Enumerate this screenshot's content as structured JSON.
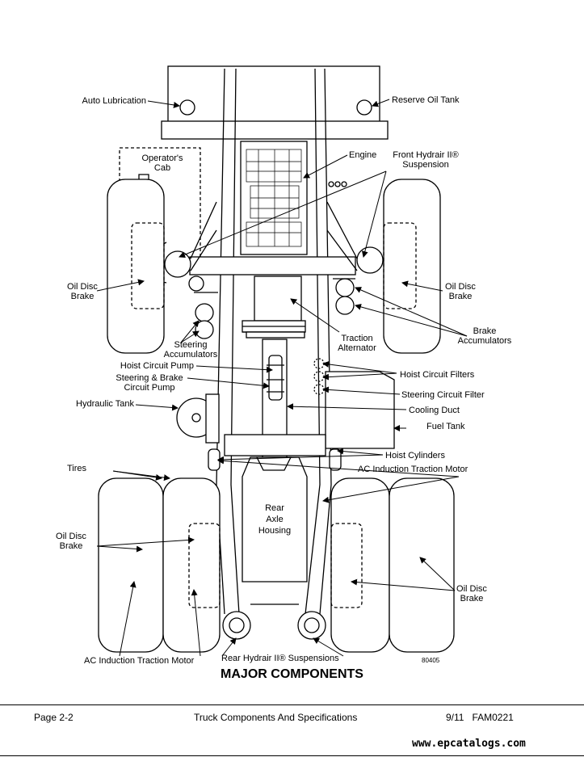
{
  "labels": {
    "auto_lubrication": "Auto Lubrication",
    "reserve_oil_tank": "Reserve Oil Tank",
    "operators_cab": "Operator's\nCab",
    "engine": "Engine",
    "front_hydrair": "Front Hydrair II®\nSuspension",
    "oil_disc_brake_front_left": "Oil Disc\nBrake",
    "oil_disc_brake_front_right": "Oil Disc\nBrake",
    "brake_accumulators": "Brake\nAccumulators",
    "steering_accumulators": "Steering\nAccumulators",
    "traction_alternator": "Traction\nAlternator",
    "hoist_circuit_pump": "Hoist Circuit Pump",
    "steering_brake_pump": "Steering & Brake\nCircuit Pump",
    "hoist_circuit_filters": "Hoist Circuit Filters",
    "steering_circuit_filter": "Steering Circuit Filter",
    "hydraulic_tank": "Hydraulic Tank",
    "cooling_duct": "Cooling Duct",
    "fuel_tank": "Fuel Tank",
    "hoist_cylinders": "Hoist Cylinders",
    "tires": "Tires",
    "ac_motor_right": "AC Induction Traction Motor",
    "rear_axle_housing": "Rear\nAxle\nHousing",
    "oil_disc_brake_rear_left": "Oil Disc\nBrake",
    "oil_disc_brake_rear_right": "Oil Disc\nBrake",
    "ac_motor_left": "AC Induction Traction Motor",
    "rear_hydrair": "Rear Hydrair II® Suspensions"
  },
  "figure_number": "80405",
  "title": "MAJOR COMPONENTS",
  "footer": {
    "page": "Page 2-2",
    "section": "Truck Components And Specifications",
    "date_code": "9/11   FAM0221"
  },
  "watermark": "www.epcatalogs.com"
}
